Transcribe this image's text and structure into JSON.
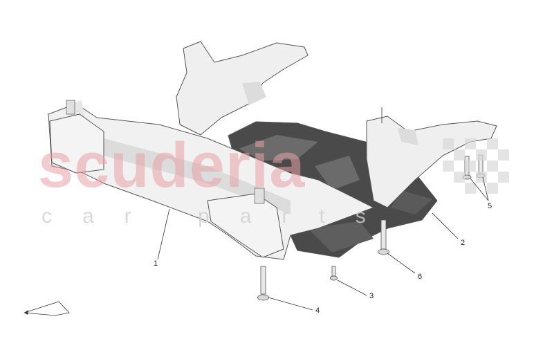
{
  "watermark": {
    "main": "scuderia",
    "sub": "car parts",
    "colors": {
      "main": "#e8a0a8",
      "checker": "#d9d9d9",
      "sub": "#cfcfcf"
    }
  },
  "callouts": [
    {
      "id": "1",
      "text": "1",
      "part": "front subframe"
    },
    {
      "id": "2",
      "text": "2",
      "part": "underbody shield"
    },
    {
      "id": "3",
      "text": "3",
      "part": "screw"
    },
    {
      "id": "4",
      "text": "4",
      "part": "subframe bolt"
    },
    {
      "id": "5",
      "text": "5",
      "part": "rear bolts"
    },
    {
      "id": "6",
      "text": "6",
      "part": "long bolt"
    }
  ],
  "colors": {
    "frame_fill": "#f1f1f1",
    "frame_shade": "#dcdcdc",
    "shield_fill": "#4a4a4a",
    "shield_light": "#6b6b6b",
    "outline": "#555555"
  },
  "icons": [
    "arrow-orientation-icon"
  ]
}
